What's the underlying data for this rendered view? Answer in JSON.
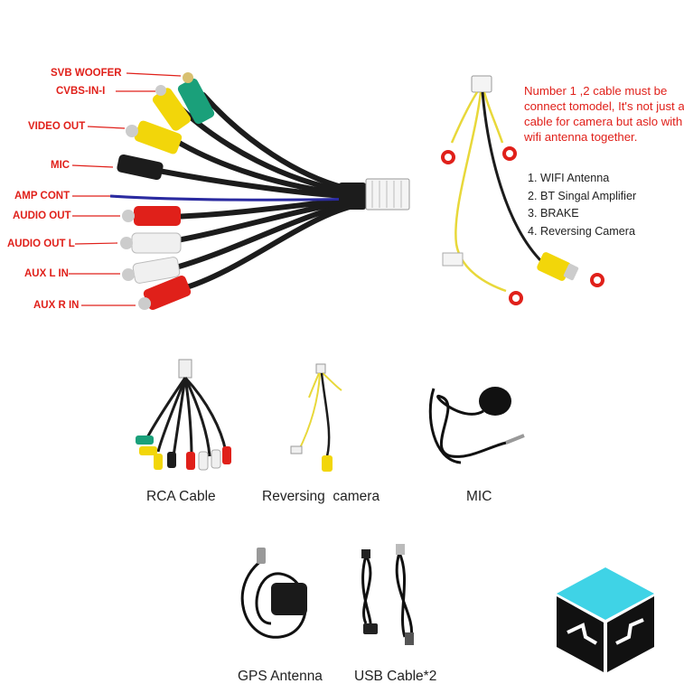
{
  "labels": {
    "svb_woofer": "SVB WOOFER",
    "cvbs_in": "CVBS-IN-I",
    "video_out": "VIDEO OUT",
    "mic": "MIC",
    "amp_cont": "AMP CONT",
    "audio_out": "AUDIO OUT",
    "audio_out_l": "AUDIO OUT L",
    "aux_l_in": "AUX L IN",
    "aux_r_in": "AUX R IN"
  },
  "note": "Number 1 ,2 cable must be connect tomodel, It's not just a cable for camera but aslo with wifi antenna together.",
  "list": [
    "1. WIFI Antenna",
    "2. BT Singal Amplifier",
    "3. BRAKE",
    "4. Reversing Camera"
  ],
  "markers": [
    "1",
    "2",
    "3",
    "4"
  ],
  "captions": {
    "rca": "RCA Cable",
    "reversing": "Reversing  camera",
    "mic": "MIC",
    "gps": "GPS Antenna",
    "usb": "USB Cable*2"
  },
  "colors": {
    "red": "#e0201a",
    "yellow": "#f2d60a",
    "green": "#1aa07a",
    "logo_cyan": "#3fd3e6"
  }
}
